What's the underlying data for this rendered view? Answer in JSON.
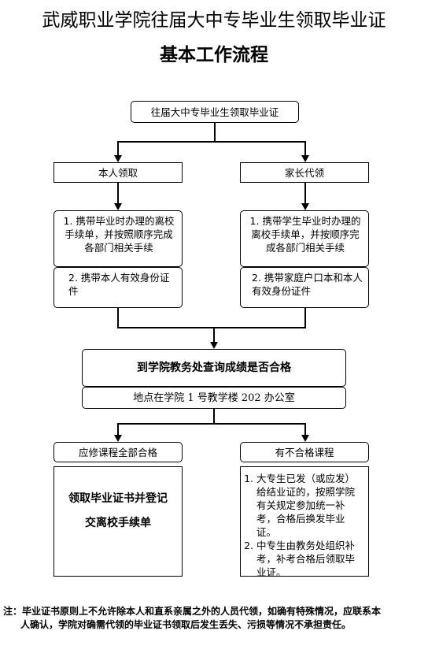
{
  "title": {
    "line1": "武威职业学院往届大中专毕业生领取毕业证",
    "line2": "基本工作流程"
  },
  "start": "往届大中专毕业生领取毕业证",
  "left_branch": {
    "label": "本人领取",
    "step1": "1. 携带毕业时办理的离校手续单，并按照顺序完成各部门相关手续",
    "step2": "2. 携带本人有效身份证件"
  },
  "right_branch": {
    "label": "家长代领",
    "step1": "1. 携带学生毕业时办理的离校手续单，并按顺序完成各部门相关手续",
    "step2": "2. 携带家庭户口本和本人有效身份证件"
  },
  "query": {
    "title": "到学院教务处查询成绩是否合格",
    "location": "地点在学院 1 号教学楼 202 办公室"
  },
  "pass": {
    "label": "应修课程全部合格",
    "line1": "领取毕业证书并登记",
    "line2": "交离校手续单"
  },
  "fail": {
    "label": "有不合格课程",
    "items": [
      "大专生已发（或应发）给结业证的，按照学院有关规定参加统一补考，合格后换发毕业证。",
      "中专生由教务处组织补考，补考合格后领取毕业证。"
    ]
  },
  "note": {
    "line1": "注：毕业证书原则上不允许除本人和直系亲属之外的人员代领，如确有特殊情况，应联系本",
    "line2": "人确认，学院对确需代领的毕业证书领取后发生丢失、污损等情况不承担责任。"
  }
}
